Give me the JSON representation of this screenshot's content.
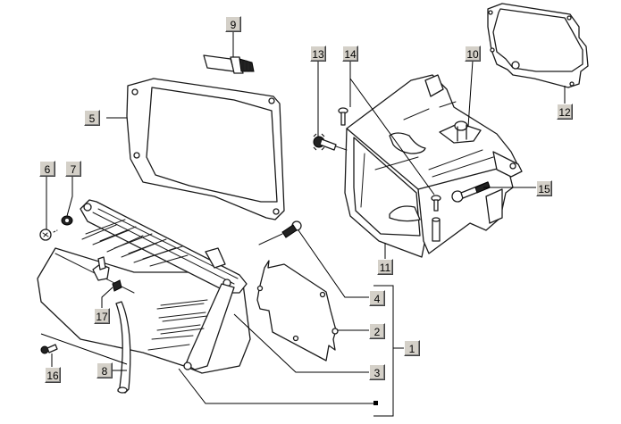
{
  "diagram": {
    "type": "exploded parts diagram",
    "callouts": [
      {
        "id": "1",
        "label": "1"
      },
      {
        "id": "2",
        "label": "2"
      },
      {
        "id": "3",
        "label": "3"
      },
      {
        "id": "4",
        "label": "4"
      },
      {
        "id": "5",
        "label": "5"
      },
      {
        "id": "6",
        "label": "6"
      },
      {
        "id": "7",
        "label": "7"
      },
      {
        "id": "8",
        "label": "8"
      },
      {
        "id": "9",
        "label": "9"
      },
      {
        "id": "10",
        "label": "10"
      },
      {
        "id": "11",
        "label": "11"
      },
      {
        "id": "12",
        "label": "12"
      },
      {
        "id": "13",
        "label": "13"
      },
      {
        "id": "14",
        "label": "14"
      },
      {
        "id": "15",
        "label": "15"
      },
      {
        "id": "16",
        "label": "16"
      },
      {
        "id": "17",
        "label": "17"
      }
    ],
    "parts": [
      {
        "callout": "9",
        "depicts": "spark-plug"
      },
      {
        "callout": "5",
        "depicts": "gasket-large"
      },
      {
        "callout": "6",
        "depicts": "cap"
      },
      {
        "callout": "7",
        "depicts": "grommet"
      },
      {
        "callout": "3",
        "depicts": "valve-cover"
      },
      {
        "callout": "2",
        "depicts": "breather-plate-gasket"
      },
      {
        "callout": "4",
        "depicts": "screw"
      },
      {
        "callout": "8",
        "depicts": "breather-hose"
      },
      {
        "callout": "16",
        "depicts": "screw"
      },
      {
        "callout": "17",
        "depicts": "spring"
      },
      {
        "callout": "13",
        "depicts": "grommet-bolt"
      },
      {
        "callout": "14",
        "depicts": "screw"
      },
      {
        "callout": "10",
        "depicts": "air-shroud"
      },
      {
        "callout": "11",
        "depicts": "shroud-housing"
      },
      {
        "callout": "12",
        "depicts": "gasket-small"
      },
      {
        "callout": "15",
        "depicts": "bolt"
      },
      {
        "callout": "1",
        "depicts": "assembly-group"
      }
    ]
  }
}
